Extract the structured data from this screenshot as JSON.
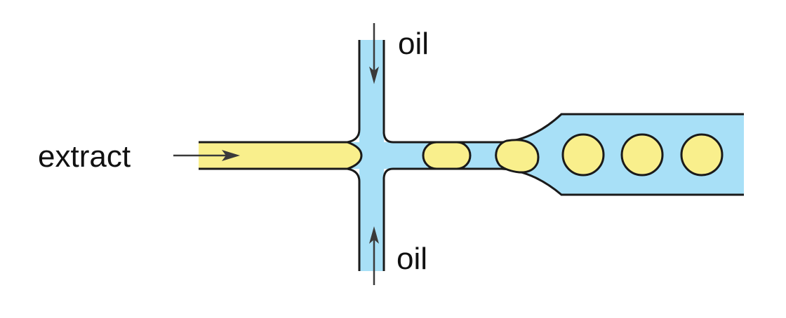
{
  "labels": {
    "oil_top": "oil",
    "oil_bottom": "oil",
    "extract": "extract"
  },
  "colors": {
    "oil": "#a8e0f7",
    "extract": "#f9ef8c",
    "wall": "#1a1a1a",
    "arrow": "#3a3a3a"
  }
}
